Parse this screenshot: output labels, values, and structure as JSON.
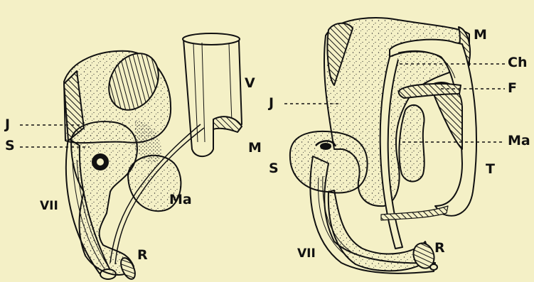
{
  "background_color": "#f4f0c6",
  "ink_color": "#111111",
  "left_figure": {
    "labels": {
      "V": "V",
      "J": "J",
      "S": "S",
      "M": "M",
      "Ma": "Ma",
      "VII": "VII",
      "R": "R"
    }
  },
  "right_figure": {
    "labels": {
      "M": "M",
      "Ch": "Ch",
      "F": "F",
      "J": "J",
      "Ma": "Ma",
      "S": "S",
      "T": "T",
      "VII": "VII",
      "R": "R"
    }
  }
}
